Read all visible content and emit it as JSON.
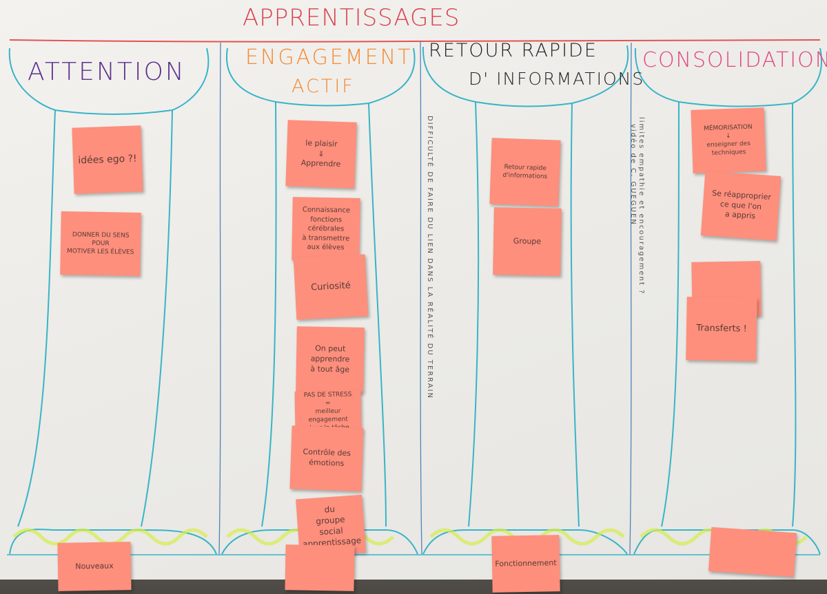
{
  "poster": {
    "title": "APPRENTISSAGES",
    "columns": {
      "attention": "ATTENTION",
      "engagement_line1": "ENGAGEMENT",
      "engagement_line2": "ACTIF",
      "retour_line1": "RETOUR  RAPIDE",
      "retour_line2": "D' INFORMATIONS",
      "consolidation": "CONSOLIDATION"
    },
    "vertical_notes": {
      "retour_left": "DIFFICULTÉ DE FAIRE DU LIEN DANS LA RÉALITÉ DU TERRAIN",
      "consolidation_left_1": "limites empathie et encouragement ?",
      "consolidation_left_2": "vidéo de C. GUEGUEN"
    }
  },
  "notes": {
    "attention": {
      "n1": "idées ego ?!",
      "n2": "DONNER DU SENS\nPOUR\nMOTIVER LES ÉLÈVES",
      "n3": "Nouveaux"
    },
    "engagement": {
      "n1": "le plaisir\n⇓\nApprendre",
      "n2": "Connaissance\nfonctions\ncérébrales\nà transmettre\naux élèves",
      "n3": "Curiosité",
      "n4": "On peut apprendre\nà tout âge",
      "n5": "PAS DE STRESS\n=\nmeilleur engagement\ndans la tâche",
      "n6": "Contrôle des\némotions",
      "n7": "du\ngroupe\nsocial\napprentissage"
    },
    "retour": {
      "n1": "Retour rapide\nd'informations",
      "n2": "Groupe",
      "n3": "Fonctionnement"
    },
    "consolidation": {
      "n1": "MÉMORISATION\n↓\nenseigner des\ntechniques",
      "n2": "Se réapproprier\nce que l'on\na appris",
      "n3": "Transferts !"
    }
  }
}
